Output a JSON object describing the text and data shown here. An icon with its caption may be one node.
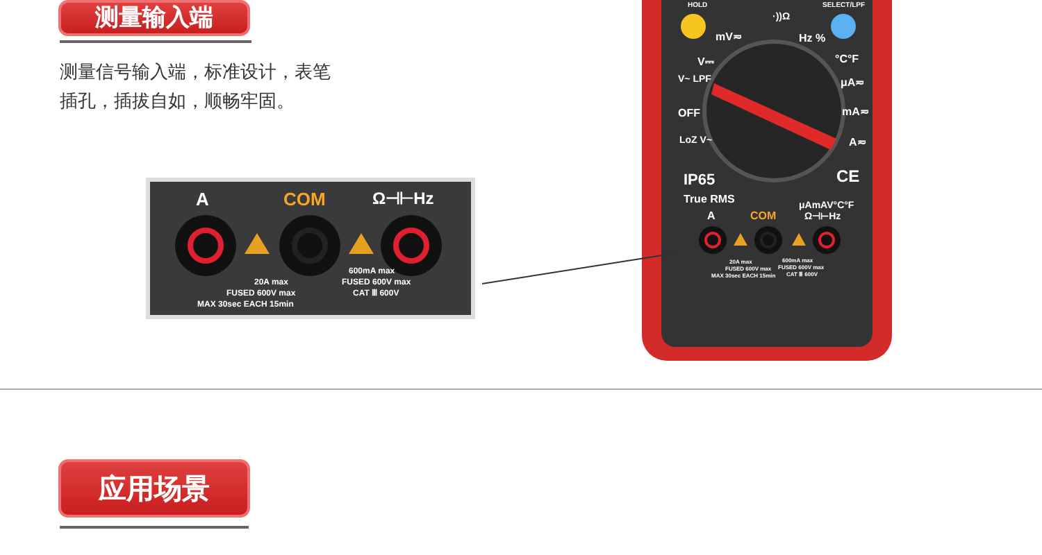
{
  "diagram": {
    "nodes": [
      {
        "text": [
          "A",
          "COM",
          "Ω⊣⊢Hz",
          "20A max",
          "FUSED 600V max",
          "MAX 30sec EACH 15min",
          "600mA max",
          "FUSED 600V max",
          "CAT Ⅲ 600V"
        ]
      },
      {
        "text": [
          "HOLD",
          "SELECT/LPF",
          "·))Ω",
          "mV≂",
          "Hz %",
          "V⎓",
          "°C°F",
          "V~ LPF",
          "μA≂",
          "OFF",
          "mA≂",
          "LoZ V~",
          "A≂",
          "IP65",
          "True RMS",
          "CE"
        ]
      },
      {
        "text": [
          "A",
          "COM",
          "μAmAV°C°F",
          "Ω⊣⊢Hz",
          "20A max",
          "FUSED 600V max",
          "MAX 30sec EACH 15min",
          "600mA max",
          "FUSED 600V max",
          "CAT Ⅲ 600V"
        ],
        "in": 1
      }
    ],
    "edges": [
      {
        "from": 0,
        "to": 2,
        "arrow": "none"
      }
    ],
    "labels": [
      "测量输入端",
      "测量信号输入端，标准设计，表笔插孔，插拔自如，顺畅牢固。",
      "应用场景"
    ]
  }
}
